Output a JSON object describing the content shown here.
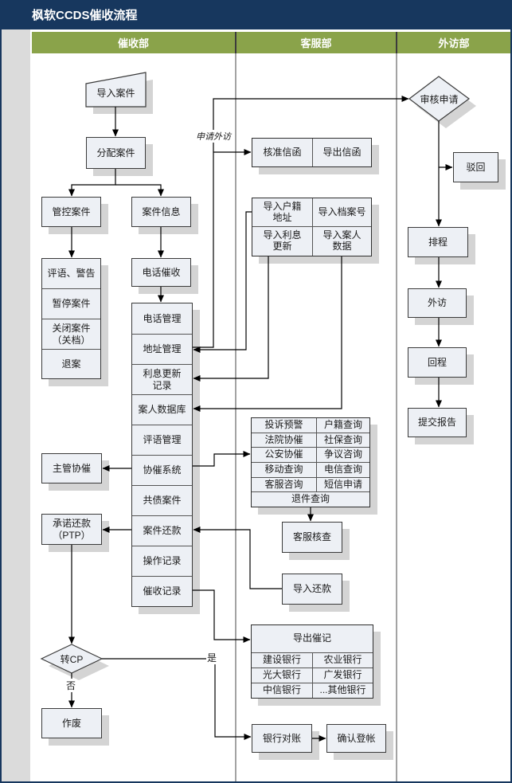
{
  "title": "枫软CCDS催收流程",
  "lanes": {
    "collection": "催收部",
    "service": "客服部",
    "field": "外访部"
  },
  "edge_labels": {
    "apply_visit": "申请外访",
    "yes": "是",
    "no": "否"
  },
  "collection": {
    "import_case": "导入案件",
    "assign_case": "分配案件",
    "control_case": "管控案件",
    "case_info": "案件信息",
    "control_stack": [
      "评语、警告",
      "暂停案件",
      "关闭案件\n（关档）",
      "退案"
    ],
    "phone_collect": "电话催收",
    "main_stack": [
      "电话管理",
      "地址管理",
      "利息更新\n记录",
      "案人数据库",
      "评语管理",
      "协催系统",
      "共债案件",
      "案件还款",
      "操作记录",
      "催收记录"
    ],
    "supervisor_assist": "主管协催",
    "promise_repay": "承诺还款\n（PTP）",
    "to_cp": "转CP",
    "void": "作废"
  },
  "service": {
    "approve_letter": "核准信函",
    "export_letter": "导出信函",
    "import_grid": [
      "导入户籍\n地址",
      "导入档案号",
      "导入利息\n更新",
      "导入案人\n数据"
    ],
    "query_grid_left": [
      "投诉预警",
      "法院协催",
      "公安协催",
      "移动查询",
      "客服咨询"
    ],
    "query_grid_right": [
      "户籍查询",
      "社保查询",
      "争议咨询",
      "电信查询",
      "短信申请"
    ],
    "query_grid_bottom": "退件查询",
    "service_check": "客服核查",
    "import_repay": "导入还款",
    "export_record_header": "导出催记",
    "banks": [
      "建设银行",
      "农业银行",
      "光大银行",
      "广发银行",
      "中信银行",
      "...其他银行"
    ],
    "bank_reconcile": "银行对账",
    "confirm_post": "确认登帐"
  },
  "field": {
    "review_apply": "审核申请",
    "reject": "驳回",
    "schedule": "排程",
    "visit": "外访",
    "return_trip": "回程",
    "submit_report": "提交报告"
  },
  "colors": {
    "navy": "#17375E",
    "green": "#8AA34A",
    "box_fill": "#EDF0F5",
    "box_border": "#3a3a3a",
    "shadow": "#D4D4D4",
    "line": "#000000"
  }
}
